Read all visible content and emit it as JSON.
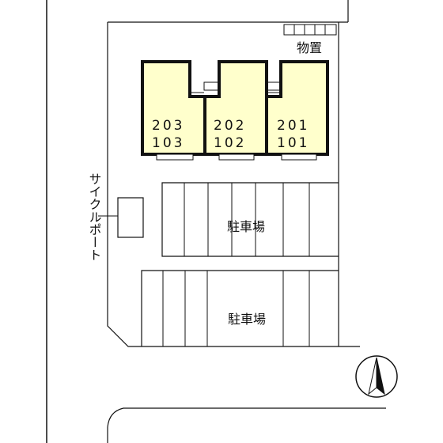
{
  "units": [
    {
      "upper": "203",
      "lower": "103"
    },
    {
      "upper": "202",
      "lower": "102"
    },
    {
      "upper": "201",
      "lower": "101"
    }
  ],
  "labels": {
    "storage": "物置",
    "parking_upper": "駐車場",
    "parking_lower": "駐車場",
    "cycle_port": "サイクルポート"
  },
  "colors": {
    "building_fill": "#FFFFCC",
    "line": "#111111"
  }
}
